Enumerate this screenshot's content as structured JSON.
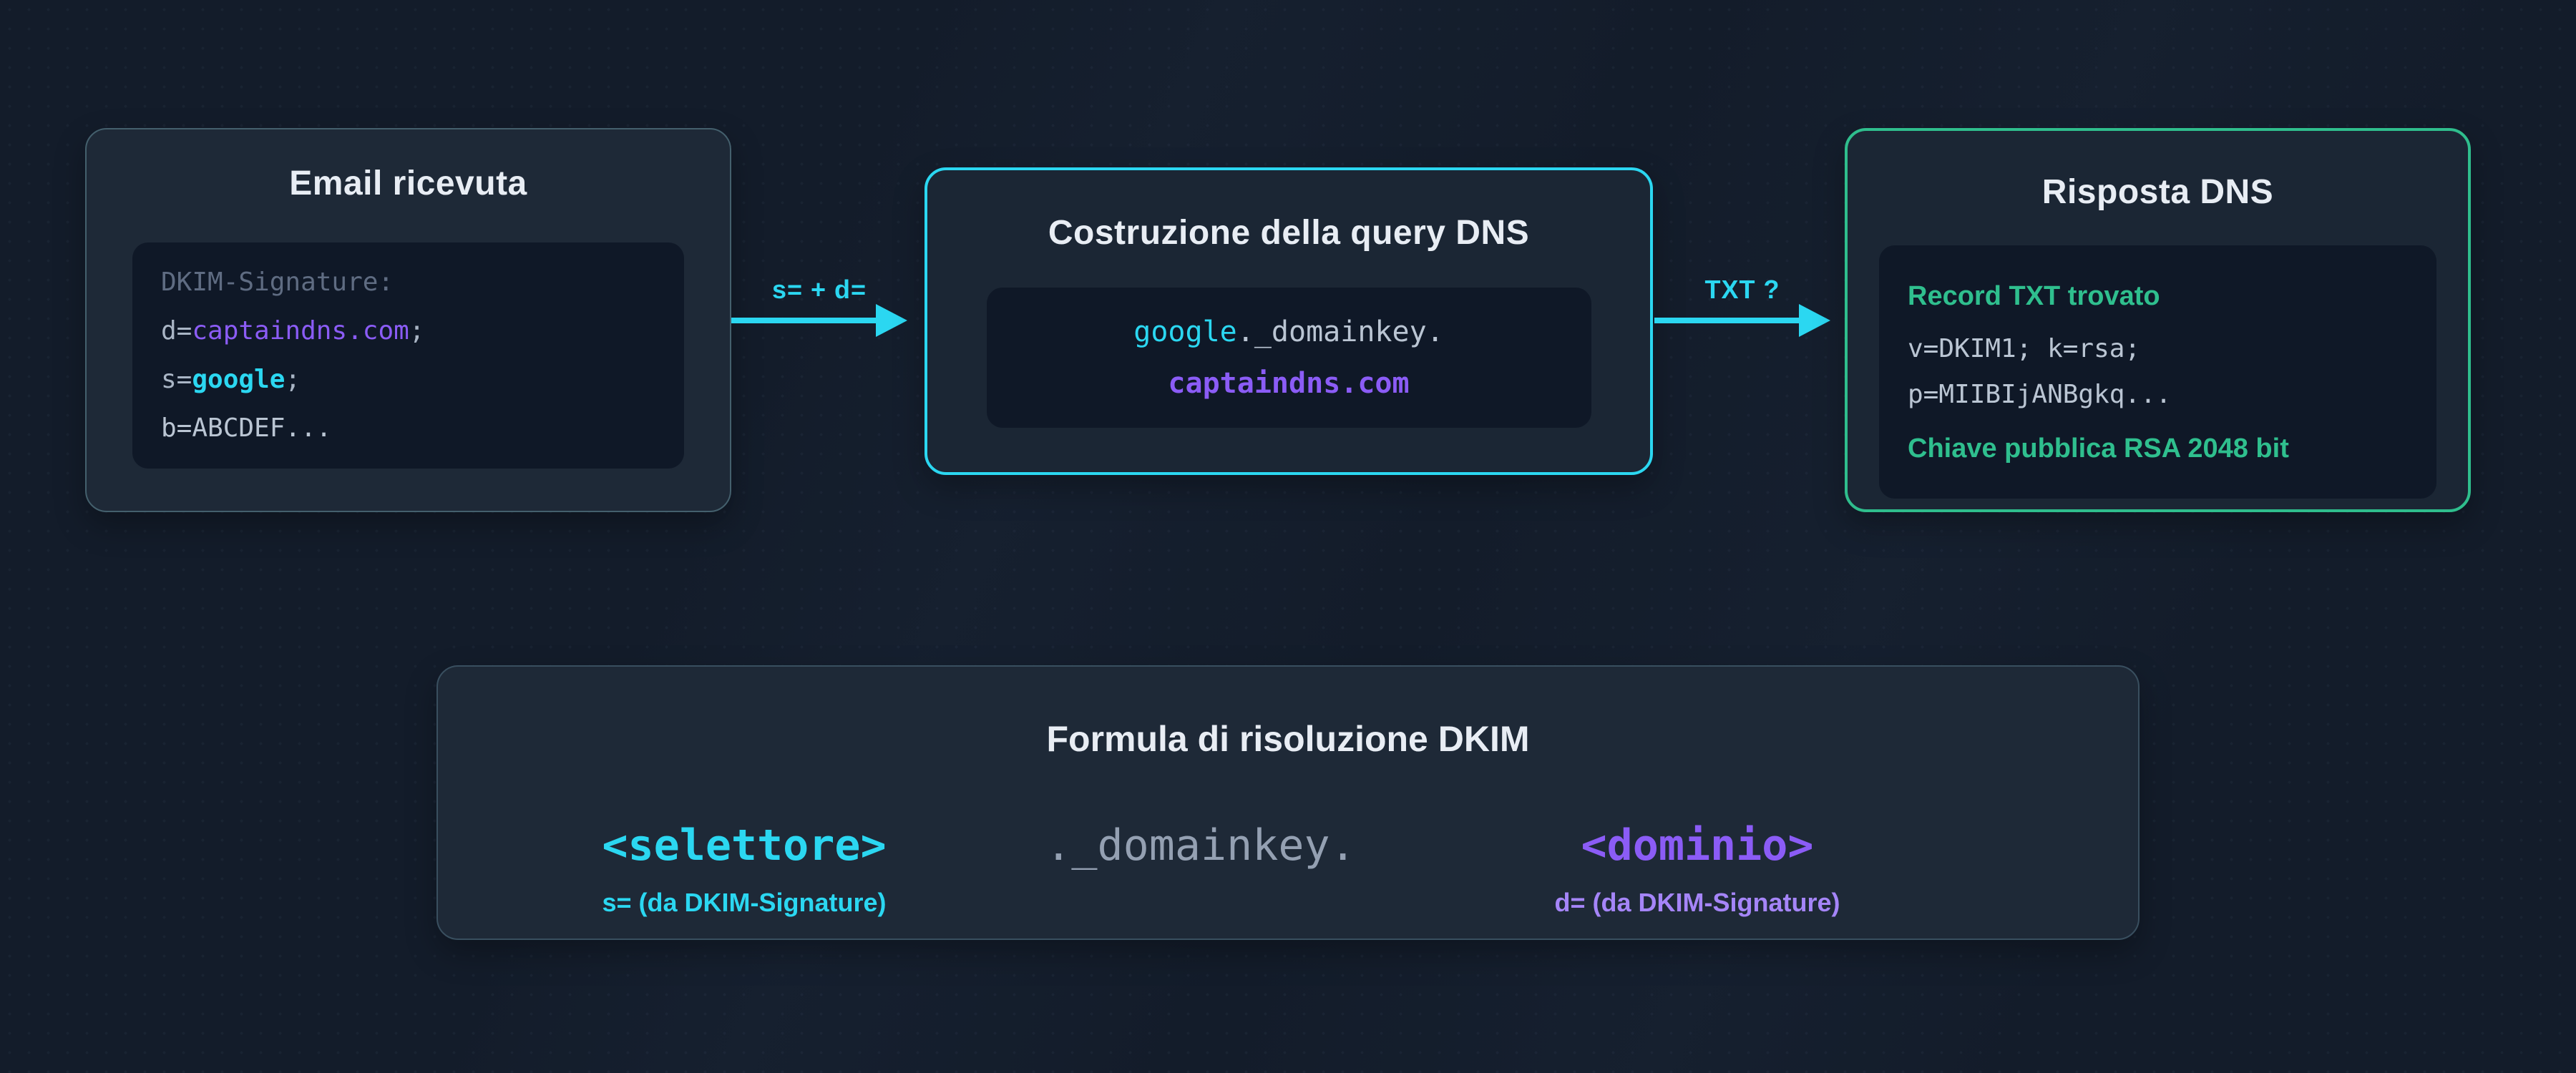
{
  "colors": {
    "bg": "#131c2a",
    "panel": "#1e2937",
    "panel-alt": "#1b2634",
    "code-bg": "#0f1827",
    "cyan": "#2bd7f1",
    "purple": "#8b5cf6",
    "purple-light": "#a585f8",
    "green": "#2fbf8e",
    "green-border": "#2fbe8d",
    "title": "#e8edf4",
    "code-gray": "#a9b5c5",
    "code-muted": "#5f6c82",
    "code-light": "#bac5d3",
    "border-muted": "#44606d",
    "border-formula": "#394f5f"
  },
  "boxes": {
    "email": {
      "title": "Email ricevuta",
      "code_lines": [
        {
          "tokens": [
            {
              "text": "DKIM-Signature:",
              "color": "muted"
            }
          ]
        },
        {
          "tokens": [
            {
              "text": "d=",
              "color": "gray"
            },
            {
              "text": "captaindns.com",
              "color": "purple"
            },
            {
              "text": ";",
              "color": "gray"
            }
          ]
        },
        {
          "tokens": [
            {
              "text": "s=",
              "color": "gray"
            },
            {
              "text": "google",
              "color": "cyan-bold"
            },
            {
              "text": ";",
              "color": "gray"
            }
          ]
        },
        {
          "tokens": [
            {
              "text": "b=ABCDEF...",
              "color": "light"
            }
          ]
        }
      ]
    },
    "query": {
      "title": "Costruzione della query DNS",
      "code_lines": [
        {
          "tokens": [
            {
              "text": "google",
              "color": "cyan"
            },
            {
              "text": "._domainkey.",
              "color": "light"
            }
          ]
        },
        {
          "tokens": [
            {
              "text": "captaindns.com",
              "color": "purple-bold"
            }
          ]
        }
      ]
    },
    "response": {
      "title": "Risposta DNS",
      "code_lines": [
        {
          "tokens": [
            {
              "text": "Record TXT trovato",
              "color": "green-label"
            }
          ],
          "cls": "status"
        },
        {
          "tokens": [
            {
              "text": "v=DKIM1; k=rsa;",
              "color": "light"
            }
          ]
        },
        {
          "tokens": [
            {
              "text": "p=MIIBIjANBgkq...",
              "color": "light"
            }
          ]
        },
        {
          "tokens": [
            {
              "text": "Chiave pubblica RSA 2048 bit",
              "color": "green-label"
            }
          ],
          "cls": "status"
        }
      ]
    }
  },
  "arrows": [
    {
      "label": "s= + d="
    },
    {
      "label": "TXT ?"
    }
  ],
  "formula": {
    "title": "Formula di risoluzione DKIM",
    "selector": {
      "value": "<selettore>",
      "note": "s= (da DKIM-Signature)"
    },
    "domainkey": {
      "value": "._domainkey."
    },
    "domain": {
      "value": "<dominio>",
      "note": "d= (da DKIM-Signature)"
    }
  }
}
